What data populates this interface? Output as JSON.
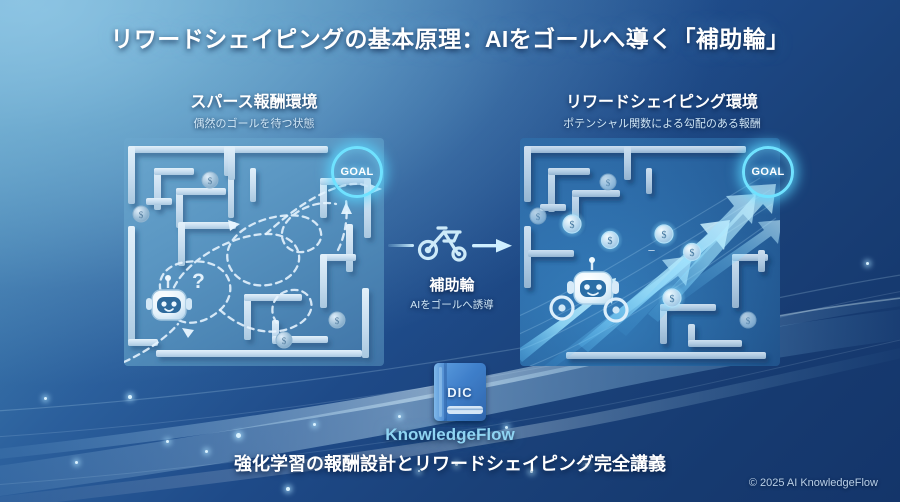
{
  "title": "リワードシェイピングの基本原理：AIをゴールへ導く「補助輪」",
  "panels": {
    "left": {
      "heading": "スパース報酬環境",
      "subheading": "偶然のゴールを待つ状態",
      "goal_label": "GOAL",
      "robot_thought": "?",
      "coin_symbol": "$"
    },
    "right": {
      "heading": "リワードシェイピング環境",
      "subheading": "ポテンシャル関数による勾配のある報酬",
      "goal_label": "GOAL",
      "coin_symbol": "$"
    }
  },
  "center": {
    "icon": "training-wheels-bicycle-icon",
    "label": "補助輪",
    "sublabel": "AIをゴールへ誘導"
  },
  "footer": {
    "book_label": "DIC",
    "brand": "KnowledgeFlow",
    "tagline": "強化学習の報酬設計とリワードシェイピング完全講義",
    "copyright": "© 2025 AI KnowledgeFlow"
  },
  "colors": {
    "bg_light": "#5c9cc4",
    "bg_dark": "#14356a",
    "accent_cyan": "#6fe2ff",
    "brand_blue": "#8fd4f2",
    "maze_wall": "#bcd7ea",
    "text_primary": "#ffffff",
    "text_secondary": "#cfe6f6"
  }
}
